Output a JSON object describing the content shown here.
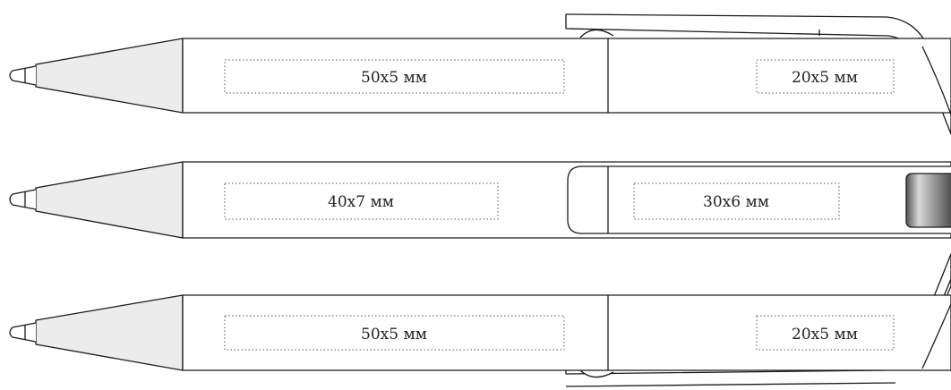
{
  "colors": {
    "outline": "#1a1a1a",
    "tip_fill": "#ececec",
    "body_fill": "#ffffff",
    "dotted_area": "#555555"
  },
  "pens": [
    {
      "id": "top",
      "clip": "top",
      "areas": [
        {
          "id": "barrel",
          "label": "50x5 мм"
        },
        {
          "id": "cap",
          "label": "20x5 мм"
        }
      ]
    },
    {
      "id": "middle",
      "clip": "front",
      "areas": [
        {
          "id": "barrel",
          "label": "40x7 мм"
        },
        {
          "id": "clip",
          "label": "30x6 мм"
        }
      ]
    },
    {
      "id": "bottom",
      "clip": "bottom",
      "areas": [
        {
          "id": "barrel",
          "label": "50x5 мм"
        },
        {
          "id": "cap",
          "label": "20x5 мм"
        }
      ]
    }
  ]
}
